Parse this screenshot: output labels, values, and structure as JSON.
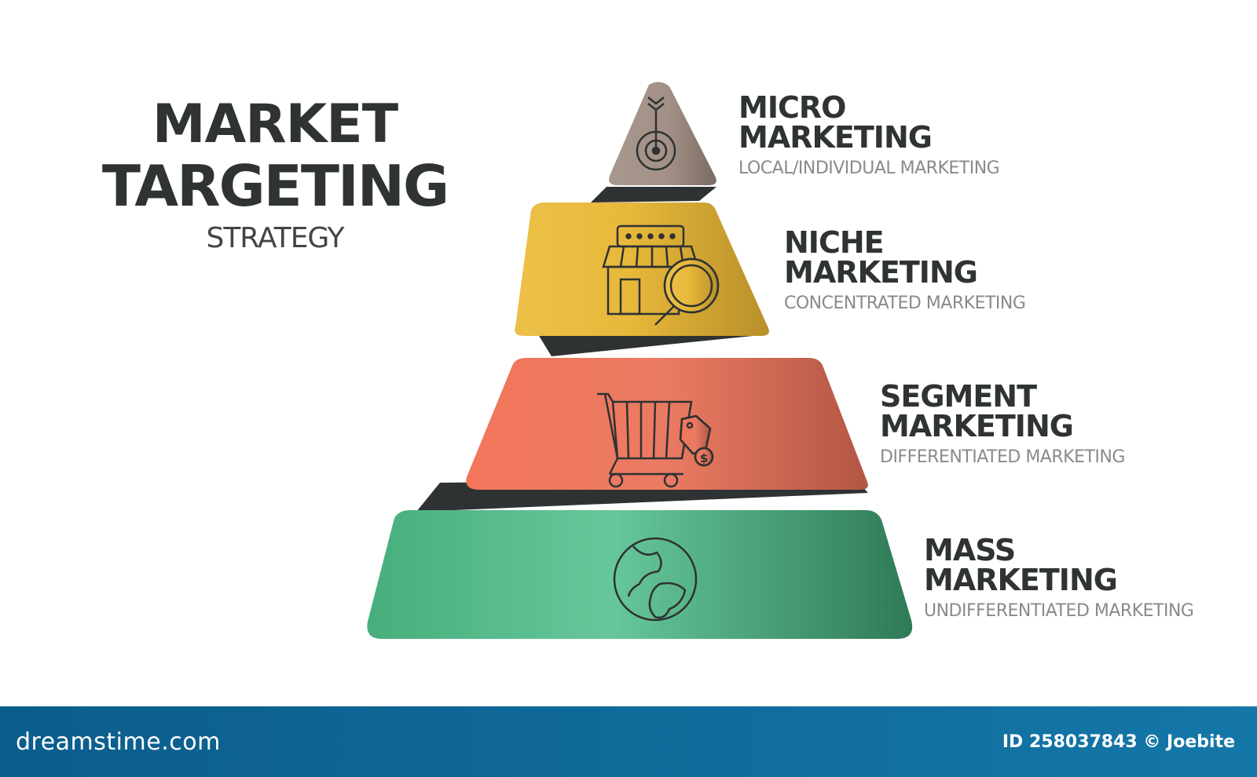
{
  "title": {
    "line1": "MARKET",
    "line2": "TARGETING",
    "subtitle": "STRATEGY"
  },
  "tiers": [
    {
      "name_line1": "MICRO",
      "name_line2": "MARKETING",
      "description": "LOCAL/INDIVIDUAL MARKETING",
      "color": "#a39187",
      "icon": "target-icon"
    },
    {
      "name_line1": "NICHE",
      "name_line2": "MARKETING",
      "description": "CONCENTRATED MARKETING",
      "color": "#e8b83a",
      "icon": "store-search-icon"
    },
    {
      "name_line1": "SEGMENT",
      "name_line2": "MARKETING",
      "description": "DIFFERENTIATED MARKETING",
      "color": "#f07356",
      "icon": "shopping-cart-icon"
    },
    {
      "name_line1": "MASS",
      "name_line2": "MARKETING",
      "description": "UNDIFFERENTIATED MARKETING",
      "color": "#52b887",
      "icon": "globe-icon"
    }
  ],
  "footer": {
    "brand": "dreamstime.com",
    "credit": "ID 258037843 © Joebite"
  }
}
